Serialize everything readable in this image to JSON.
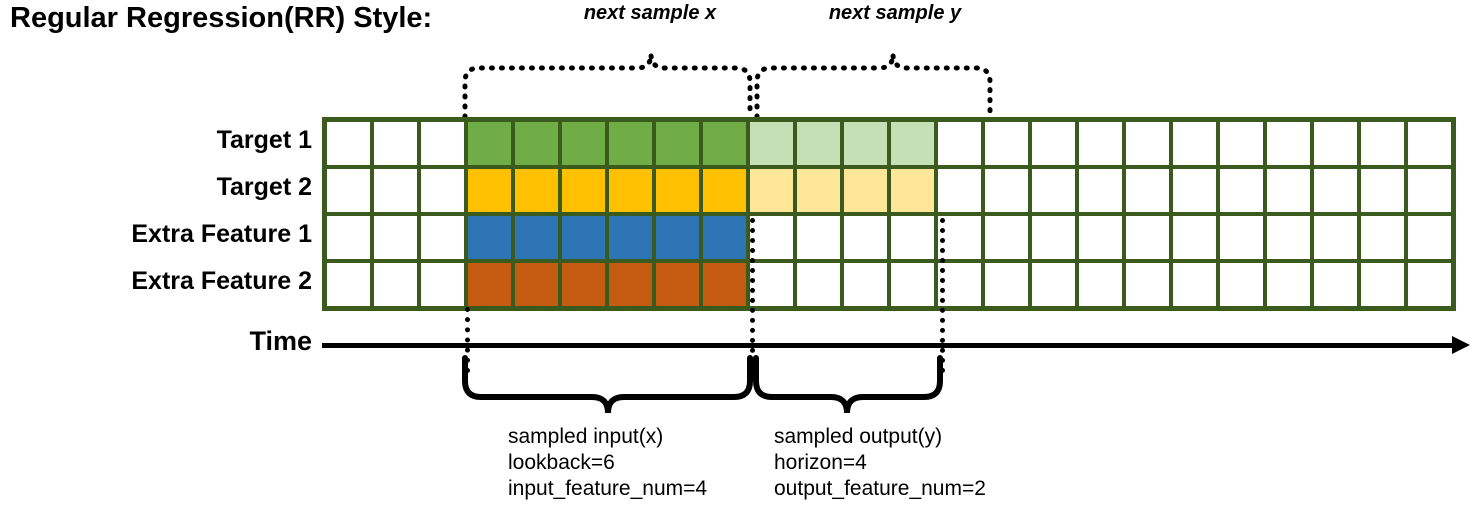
{
  "title": "Regular Regression(RR) Style:",
  "top_braces": [
    {
      "label": "next sample x"
    },
    {
      "label": "next sample y"
    }
  ],
  "rows": [
    {
      "name": "Target 1",
      "label": "Target 1"
    },
    {
      "name": "Target 2",
      "label": "Target 2"
    },
    {
      "name": "Extra Feature 1",
      "label": "Extra Feature 1"
    },
    {
      "name": "Extra Feature 2",
      "label": "Extra Feature 2"
    }
  ],
  "axis": {
    "label": "Time"
  },
  "grid": {
    "columns": 24,
    "rows": 4,
    "border_color": "#3a5a1e",
    "empty_color": "#ffffff",
    "input_start_col": 4,
    "input_end_col": 9,
    "output_start_col": 10,
    "output_end_col": 13,
    "fills": [
      [
        "#ffffff",
        "#ffffff",
        "#ffffff",
        "#70ad47",
        "#70ad47",
        "#70ad47",
        "#70ad47",
        "#70ad47",
        "#70ad47",
        "#c5e0b4",
        "#c5e0b4",
        "#c5e0b4",
        "#c5e0b4",
        "#ffffff",
        "#ffffff",
        "#ffffff",
        "#ffffff",
        "#ffffff",
        "#ffffff",
        "#ffffff",
        "#ffffff",
        "#ffffff",
        "#ffffff",
        "#ffffff"
      ],
      [
        "#ffffff",
        "#ffffff",
        "#ffffff",
        "#ffc000",
        "#ffc000",
        "#ffc000",
        "#ffc000",
        "#ffc000",
        "#ffc000",
        "#ffe699",
        "#ffe699",
        "#ffe699",
        "#ffe699",
        "#ffffff",
        "#ffffff",
        "#ffffff",
        "#ffffff",
        "#ffffff",
        "#ffffff",
        "#ffffff",
        "#ffffff",
        "#ffffff",
        "#ffffff",
        "#ffffff"
      ],
      [
        "#ffffff",
        "#ffffff",
        "#ffffff",
        "#2e75b6",
        "#2e75b6",
        "#2e75b6",
        "#2e75b6",
        "#2e75b6",
        "#2e75b6",
        "#ffffff",
        "#ffffff",
        "#ffffff",
        "#ffffff",
        "#ffffff",
        "#ffffff",
        "#ffffff",
        "#ffffff",
        "#ffffff",
        "#ffffff",
        "#ffffff",
        "#ffffff",
        "#ffffff",
        "#ffffff",
        "#ffffff"
      ],
      [
        "#ffffff",
        "#ffffff",
        "#ffffff",
        "#c55a11",
        "#c55a11",
        "#c55a11",
        "#c55a11",
        "#c55a11",
        "#c55a11",
        "#ffffff",
        "#ffffff",
        "#ffffff",
        "#ffffff",
        "#ffffff",
        "#ffffff",
        "#ffffff",
        "#ffffff",
        "#ffffff",
        "#ffffff",
        "#ffffff",
        "#ffffff",
        "#ffffff",
        "#ffffff",
        "#ffffff"
      ]
    ]
  },
  "bottom_captions": [
    {
      "line1": "sampled input(x)",
      "line2": "lookback=6",
      "line3": "input_feature_num=4"
    },
    {
      "line1": "sampled output(y)",
      "line2": "horizon=4",
      "line3": "output_feature_num=2"
    }
  ],
  "colors": {
    "target1": "#70ad47",
    "target1_light": "#c5e0b4",
    "target2": "#ffc000",
    "target2_light": "#ffe699",
    "extra1": "#2e75b6",
    "extra2": "#c55a11",
    "grid_border": "#3a5a1e",
    "ink": "#000000"
  }
}
